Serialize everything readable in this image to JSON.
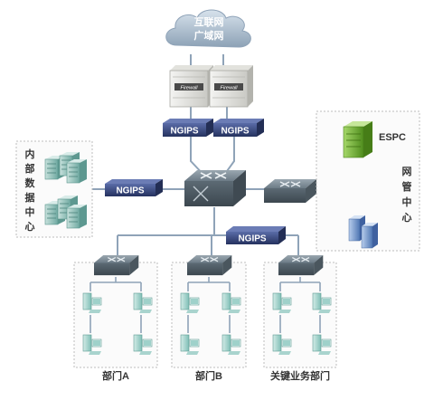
{
  "cloud": {
    "line1": "互联网",
    "line2": "广域网"
  },
  "firewalls": [
    {
      "label": "Firewall"
    },
    {
      "label": "Firewall"
    }
  ],
  "ngips_label": "NGIPS",
  "datacenter": {
    "chars": [
      "内",
      "部",
      "数",
      "据",
      "中",
      "心"
    ]
  },
  "mgmt": {
    "espc": "ESPC",
    "chars": [
      "网",
      "管",
      "中",
      "心"
    ]
  },
  "departments": [
    {
      "name": "部门A"
    },
    {
      "name": "部门B"
    },
    {
      "name": "关键业务部门"
    }
  ],
  "colors": {
    "link": "#8fa3b8",
    "switch": "#6c7b86",
    "ngips_body": "#3a4a8a",
    "cloud": "#a9b9c8",
    "espc": "#6cae2e",
    "server_blue": "#5b83c0",
    "terminal": "#7fbfb6"
  }
}
